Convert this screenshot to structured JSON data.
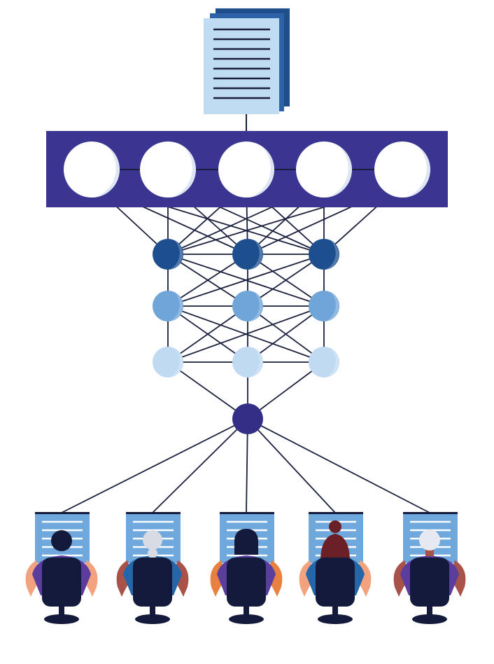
{
  "colors": {
    "background": "#ffffff",
    "banner": "#3a3591",
    "input_node": "#ffffff",
    "input_node_shade": "#dde6f3",
    "hidden_layer_1": "#1d4f8e",
    "hidden_layer_2": "#6fa5d9",
    "hidden_layer_3": "#c0daf1",
    "output_node": "#332f86",
    "edge": "#1a1f3d",
    "document_front": "#bfdcf3",
    "document_back_1": "#2d62a8",
    "document_back_2": "#1f4e8c",
    "document_lines": "#1a1f3d",
    "screen": "#6fa8dc",
    "screen_lines": "#ffffff",
    "chair": "#141a3c",
    "shirt_purple": "#5a3d9c",
    "shirt_blue": "#2466a8"
  },
  "diagram": {
    "document": {
      "icon": "document-stack-icon",
      "line_count": 8
    },
    "input_layer": {
      "node_count": 5
    },
    "hidden_layers": [
      {
        "node_count": 3,
        "color_key": "hidden_layer_1"
      },
      {
        "node_count": 3,
        "color_key": "hidden_layer_2"
      },
      {
        "node_count": 3,
        "color_key": "hidden_layer_3"
      }
    ],
    "output_layer": {
      "node_count": 1
    },
    "people": [
      {
        "hair": "short-black",
        "hair_color": "#141a3c",
        "skin": "#f2a37e",
        "shirt": "#5a3d9c"
      },
      {
        "hair": "grey-braid",
        "hair_color": "#d8dbe3",
        "skin": "#a8524a",
        "shirt": "#2466a8"
      },
      {
        "hair": "black-bob",
        "hair_color": "#141a3c",
        "skin": "#e8813f",
        "shirt": "#5a3d9c"
      },
      {
        "hair": "red-bun",
        "hair_color": "#6b1f27",
        "skin": "#f2a37e",
        "shirt": "#2466a8"
      },
      {
        "hair": "white-short",
        "hair_color": "#e6e9ef",
        "skin": "#a8524a",
        "shirt": "#5a3d9c"
      }
    ]
  }
}
